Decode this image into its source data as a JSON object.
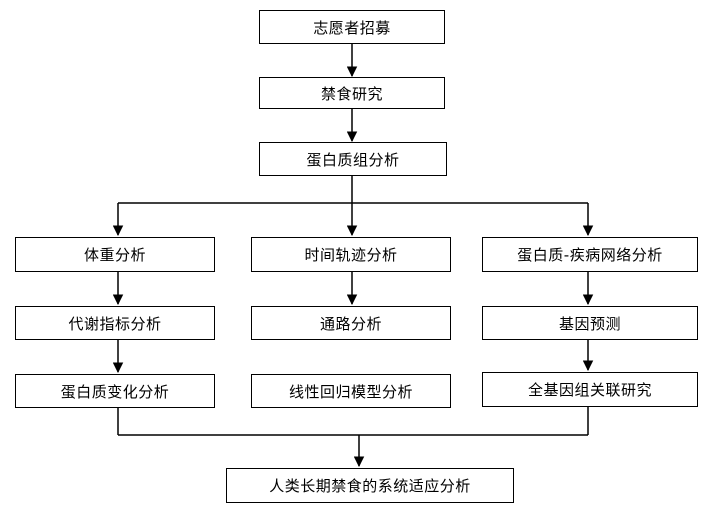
{
  "nodes": {
    "recruit": "志愿者招募",
    "fasting": "禁食研究",
    "proteome": "蛋白质组分析",
    "weight": "体重分析",
    "metabolic": "代谢指标分析",
    "protein_change": "蛋白质变化分析",
    "time_trajectory": "时间轨迹分析",
    "pathway": "通路分析",
    "linear_model": "线性回归模型分析",
    "disease_network": "蛋白质-疾病网络分析",
    "gene_prediction": "基因预测",
    "gwas": "全基因组关联研究",
    "adaptation": "人类长期禁食的系统适应分析"
  },
  "colors": {
    "line": "#000000",
    "box_border": "#000000",
    "background": "#ffffff"
  }
}
